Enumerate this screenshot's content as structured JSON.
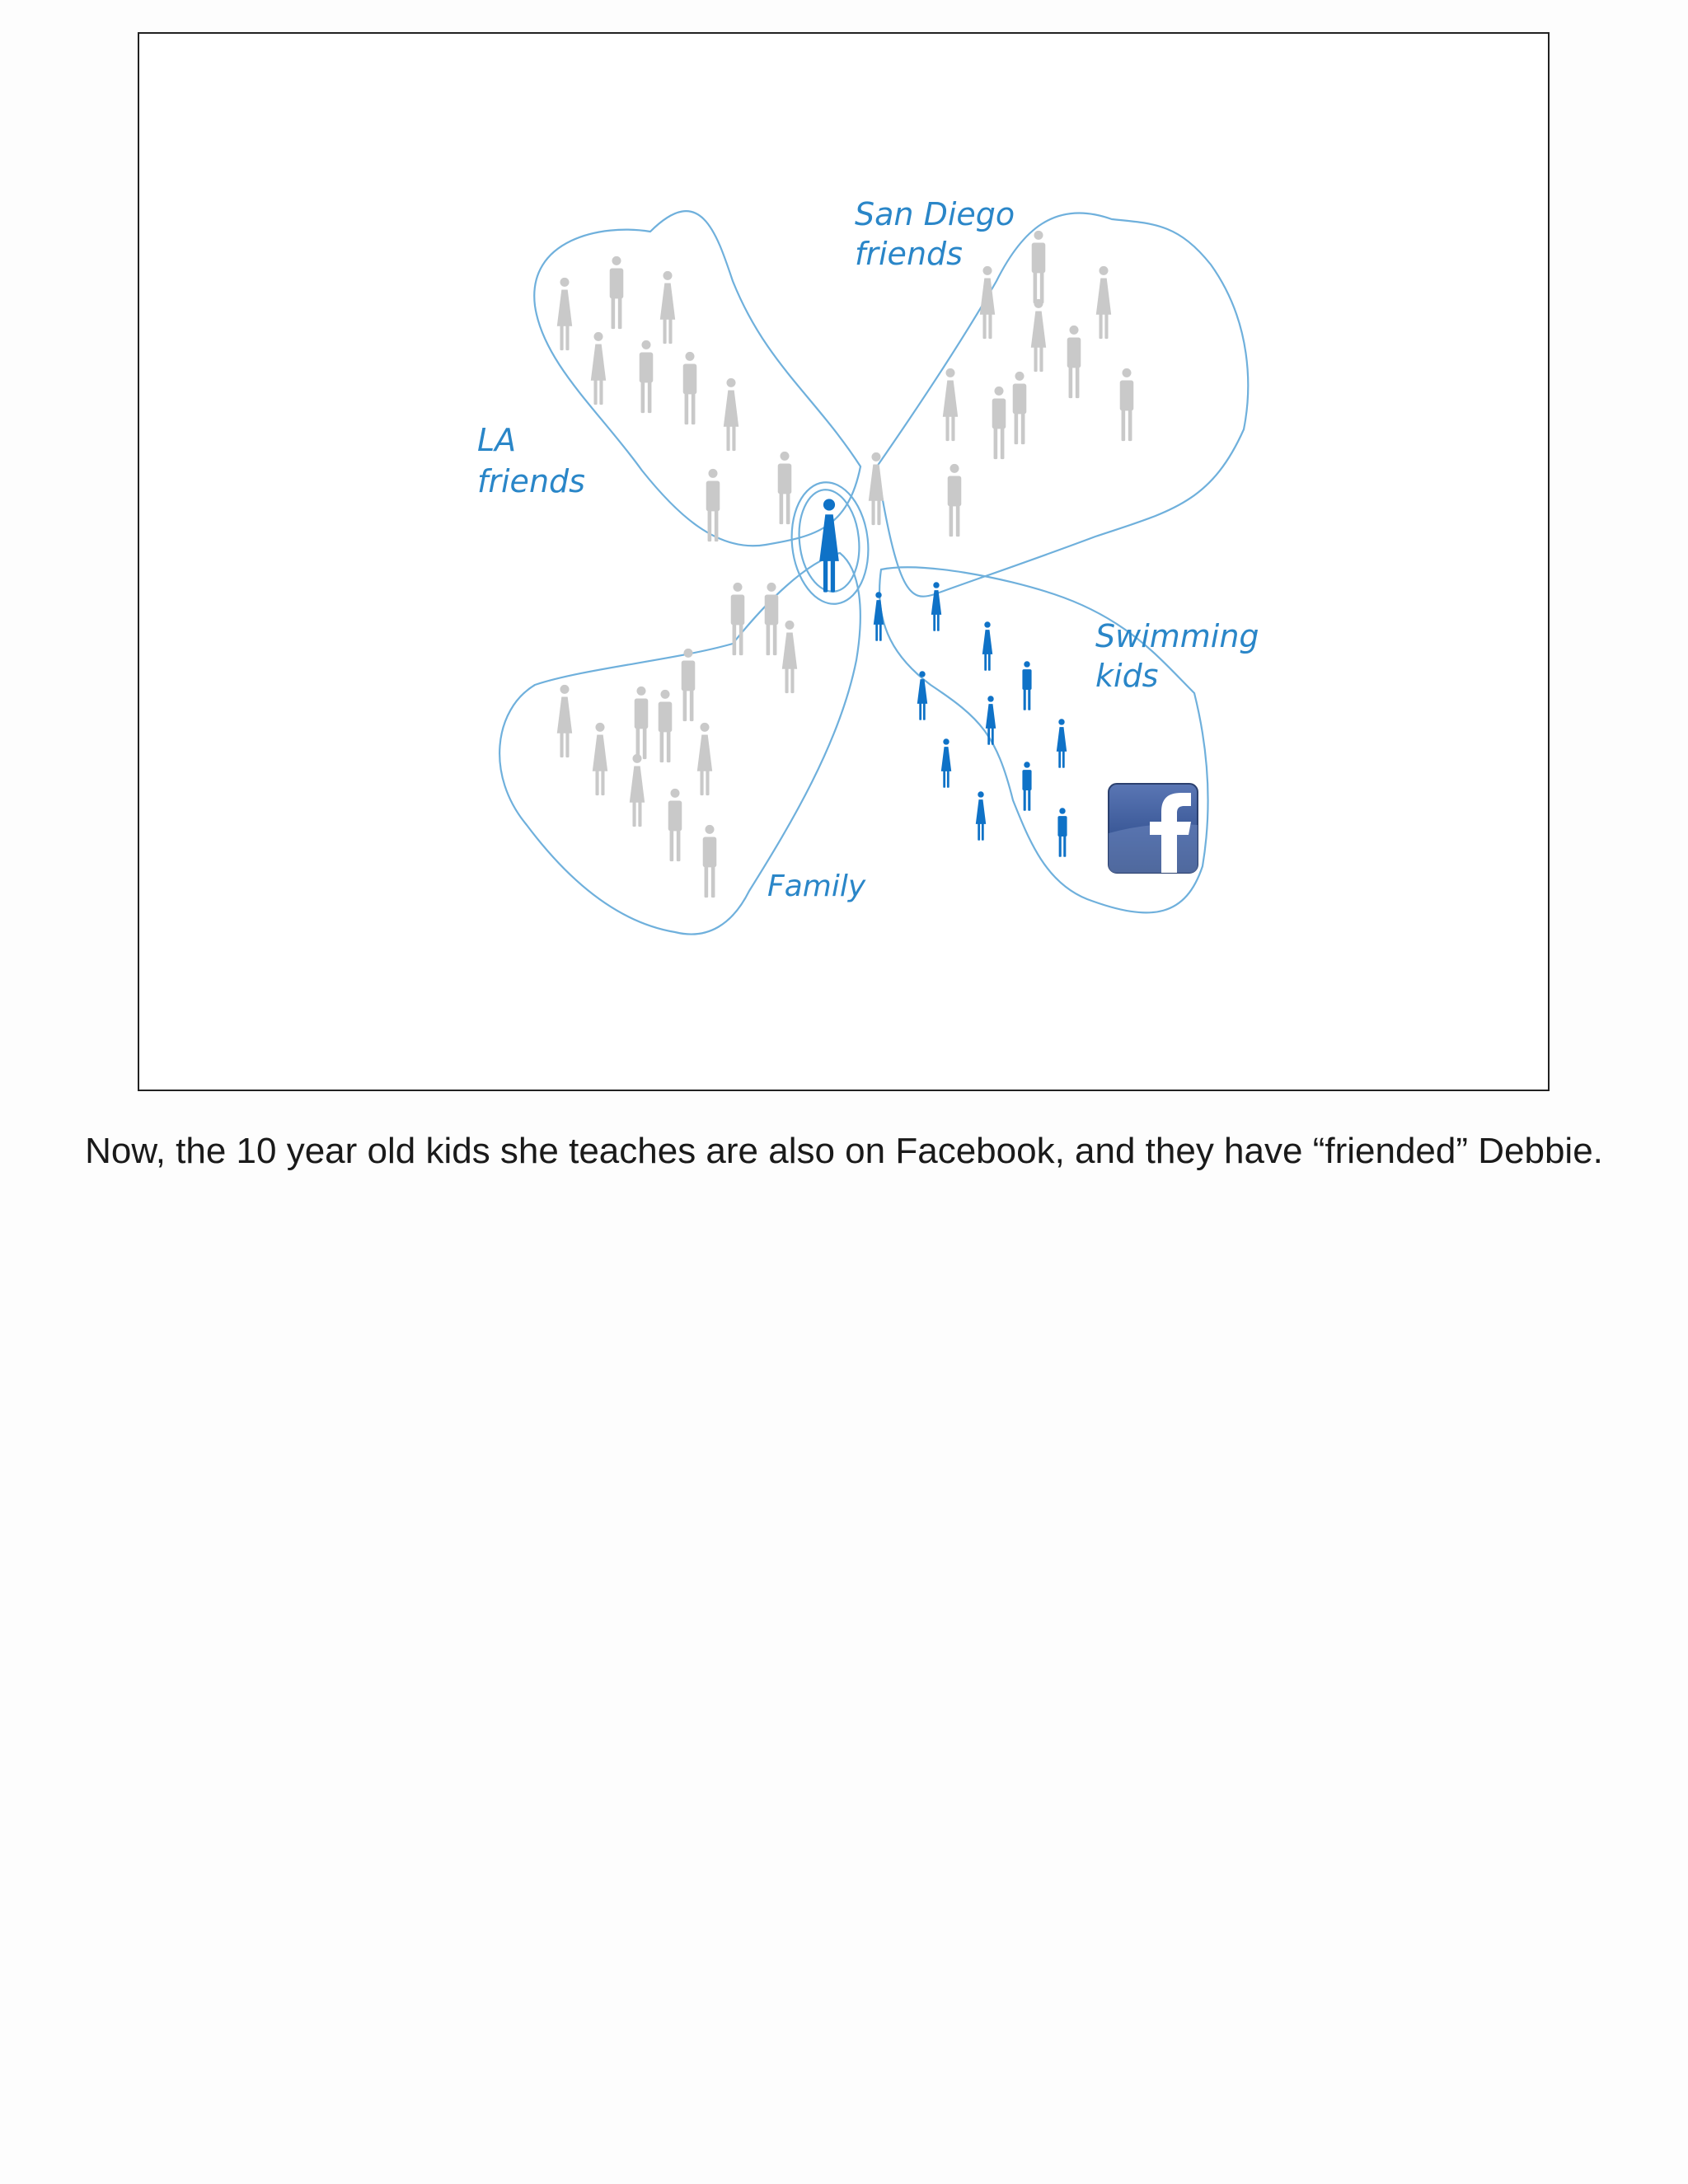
{
  "diagram": {
    "labels": {
      "san_diego": [
        "San Diego",
        "friends"
      ],
      "la": [
        "LA",
        "friends"
      ],
      "swimming": [
        "Swimming",
        "kids"
      ],
      "family": "Family"
    },
    "colors": {
      "outline": "#6fb0dc",
      "gray_person": "#c9c9c9",
      "blue_person": "#0f72c7",
      "label": "#2a86c8",
      "facebook_blue": "#3b5998"
    },
    "icons": [
      "person-icon",
      "facebook-logo-icon"
    ]
  },
  "caption": "Now, the 10 year old kids she teaches are also on Facebook, and they have “friended” Debbie."
}
